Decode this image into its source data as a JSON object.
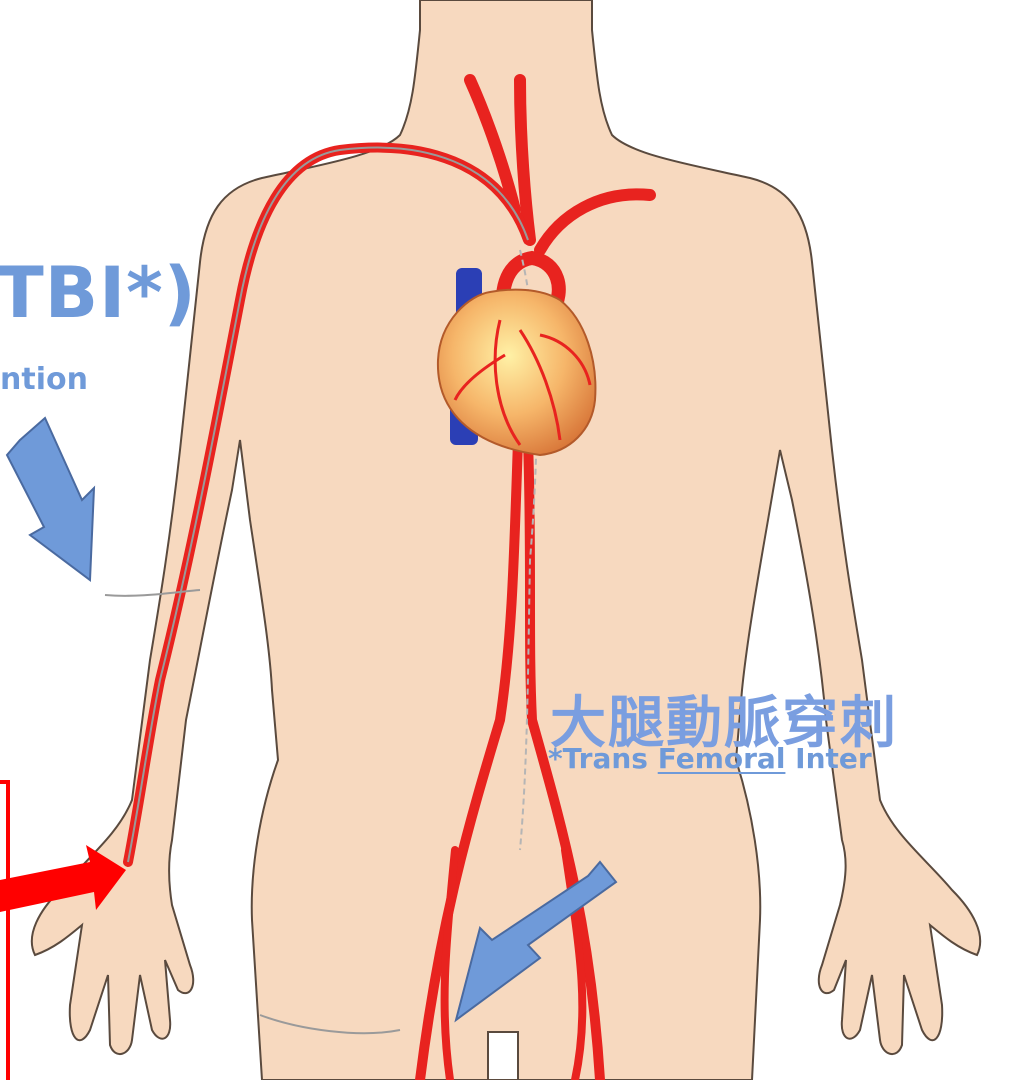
{
  "labels": {
    "tbi_partial": "TBI*)",
    "intervention_partial": "ntion",
    "femoral_title": "大腿動脈穿刺",
    "femoral_sub_prefix": "*Trans ",
    "femoral_sub_underlined": "Femoral",
    "femoral_sub_suffix": " Inter"
  },
  "colors": {
    "skin": "#f7d9bf",
    "skin_outline": "#5a4a3e",
    "artery": "#e8231f",
    "vein": "#2b3fb5",
    "catheter": "#9a9a9a",
    "arrow_blue": "#6f9ad9",
    "arrow_red": "#ff0000",
    "heart": "#f6b66a",
    "label_blue": "#6f9ad9"
  }
}
